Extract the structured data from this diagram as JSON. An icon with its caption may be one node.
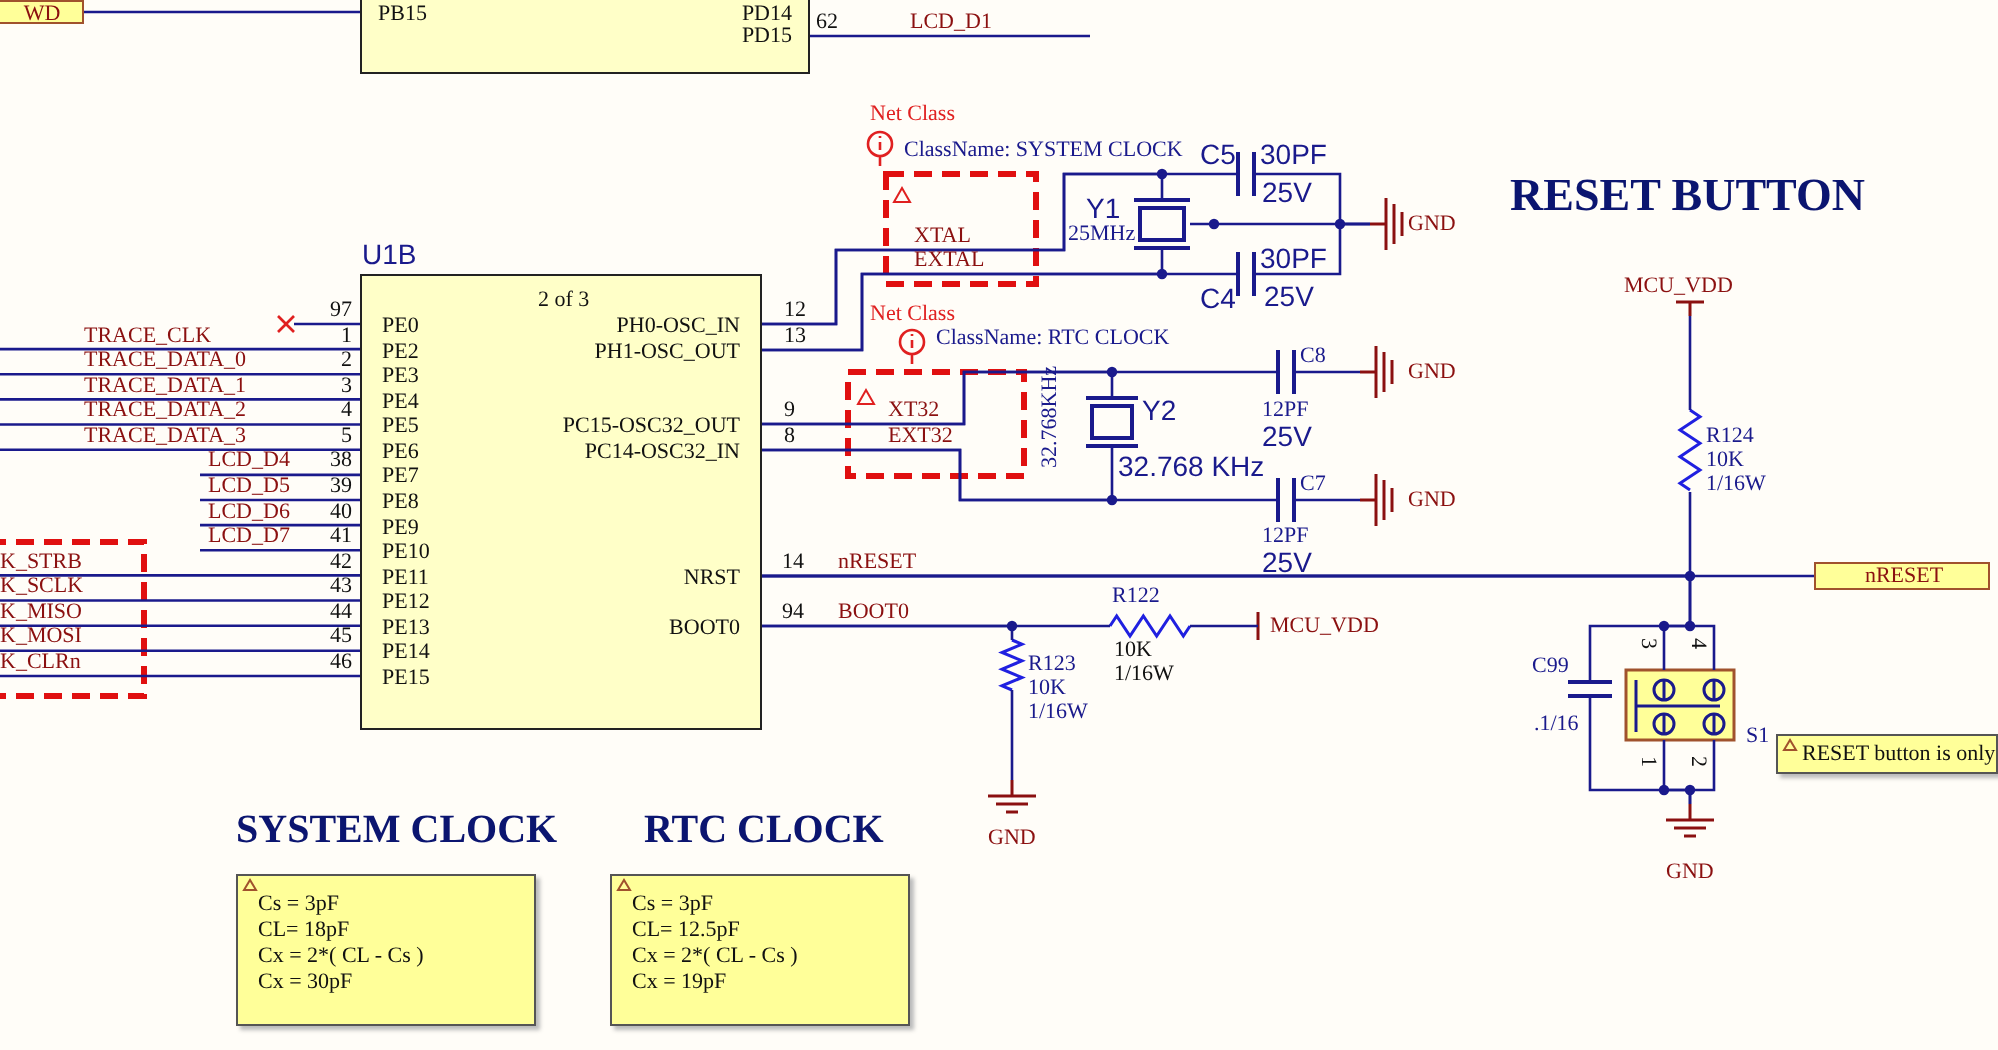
{
  "diagram": {
    "nodes": [
      {
        "text": [
          "PB15",
          "PD14",
          "PD15"
        ],
        "beside": [
          "62"
        ]
      },
      {
        "text": [
          "U1B",
          "2 of 3",
          "PE0",
          "PE2",
          "PE3",
          "PE4",
          "PE5",
          "PE6",
          "PE7",
          "PE8",
          "PE9",
          "PE10",
          "PE11",
          "PE12",
          "PE13",
          "PE14",
          "PE15",
          "PH0-OSC_IN",
          "PH1-OSC_OUT",
          "PC15-OSC32_OUT",
          "PC14-OSC32_IN",
          "NRST",
          "BOOT0"
        ],
        "beside": [
          "97",
          "1",
          "2",
          "3",
          "4",
          "5",
          "38",
          "39",
          "40",
          "41",
          "42",
          "43",
          "44",
          "45",
          "46",
          "12",
          "13",
          "9",
          "8",
          "14",
          "94"
        ]
      },
      {
        "text": [
          "WD"
        ]
      },
      {
        "text": [
          "nRESET"
        ]
      },
      {
        "text": [
          "RESET button is only"
        ]
      },
      {
        "text": [
          "Cs = 3pF",
          "CL= 18pF",
          "Cx = 2*( CL - Cs )",
          "Cx =   30pF"
        ]
      },
      {
        "text": [
          "Cs = 3pF",
          "CL= 12.5pF",
          "Cx = 2*( CL - Cs )",
          "Cx =   19pF"
        ]
      },
      {
        "text": [],
        "shape": "capacitor",
        "beside": [
          "C5",
          "30PF",
          "25V"
        ]
      },
      {
        "text": [],
        "shape": "capacitor",
        "beside": [
          "30PF",
          "C4",
          "25V"
        ]
      },
      {
        "text": [],
        "shape": "crystal",
        "beside": [
          "Y1",
          "25MHz"
        ]
      },
      {
        "text": [],
        "shape": "ground",
        "beside": [
          "GND"
        ]
      },
      {
        "text": [],
        "shape": "capacitor",
        "beside": [
          "C8",
          "12PF",
          "25V"
        ]
      },
      {
        "text": [],
        "shape": "capacitor",
        "beside": [
          "C7",
          "12PF",
          "25V"
        ]
      },
      {
        "text": [],
        "shape": "crystal",
        "beside": [
          "Y2",
          "32.768KHz",
          "32.768 KHz"
        ]
      },
      {
        "text": [],
        "shape": "ground",
        "beside": [
          "GND"
        ]
      },
      {
        "text": [],
        "shape": "ground",
        "beside": [
          "GND"
        ]
      },
      {
        "text": [],
        "shape": "resistor",
        "beside": [
          "R124",
          "10K",
          "1/16W"
        ]
      },
      {
        "text": [],
        "shape": "bar",
        "beside": [
          "MCU_VDD"
        ]
      },
      {
        "text": [],
        "shape": "switch",
        "beside": [
          "3",
          "4",
          "S1",
          "1",
          "2"
        ]
      },
      {
        "text": [],
        "shape": "capacitor",
        "beside": [
          "C99",
          ".1/16"
        ]
      },
      {
        "text": [],
        "shape": "ground",
        "beside": [
          "GND"
        ]
      },
      {
        "text": [],
        "shape": "resistor",
        "beside": [
          "R122",
          "10K",
          "1/16W"
        ]
      },
      {
        "text": [],
        "shape": "bar",
        "beside": [
          "MCU_VDD"
        ]
      },
      {
        "text": [],
        "shape": "resistor",
        "beside": [
          "R123",
          "10K",
          "1/16W"
        ]
      },
      {
        "text": [],
        "shape": "ground",
        "beside": [
          "GND"
        ]
      },
      {
        "text": [],
        "shape": "cross"
      },
      {
        "text": [],
        "shape": "box"
      }
    ],
    "edges": [
      {
        "from": 2,
        "to": 0,
        "arrow": "none"
      },
      {
        "from": 0,
        "to": null,
        "arrow": "none",
        "label": "LCD_D1"
      },
      {
        "from": null,
        "to": 1,
        "arrow": "none",
        "label": "TRACE_CLK"
      },
      {
        "from": null,
        "to": 1,
        "arrow": "none",
        "label": "TRACE_DATA_0"
      },
      {
        "from": null,
        "to": 1,
        "arrow": "none",
        "label": "TRACE_DATA_1"
      },
      {
        "from": null,
        "to": 1,
        "arrow": "none",
        "label": "TRACE_DATA_2"
      },
      {
        "from": null,
        "to": 1,
        "arrow": "none",
        "label": "TRACE_DATA_3"
      },
      {
        "from": null,
        "to": 1,
        "arrow": "none",
        "label": "LCD_D4"
      },
      {
        "from": null,
        "to": 1,
        "arrow": "none",
        "label": "LCD_D5"
      },
      {
        "from": null,
        "to": 1,
        "arrow": "none",
        "label": "LCD_D6"
      },
      {
        "from": null,
        "to": 1,
        "arrow": "none",
        "label": "LCD_D7"
      },
      {
        "from": 26,
        "to": 1,
        "arrow": "none",
        "label": "K_STRB"
      },
      {
        "from": 26,
        "to": 1,
        "arrow": "none",
        "label": "K_SCLK"
      },
      {
        "from": 26,
        "to": 1,
        "arrow": "none",
        "label": "K_MISO"
      },
      {
        "from": 26,
        "to": 1,
        "arrow": "none",
        "label": "K_MOSI"
      },
      {
        "from": 26,
        "to": 1,
        "arrow": "none",
        "label": "K_CLRn"
      },
      {
        "from": 1,
        "to": 25,
        "arrow": "none"
      },
      {
        "from": 1,
        "to": 9,
        "arrow": "none",
        "label": "XTAL"
      },
      {
        "from": 1,
        "to": 7,
        "arrow": "none"
      },
      {
        "from": 1,
        "to": 9,
        "arrow": "none",
        "label": "EXTAL"
      },
      {
        "from": 1,
        "to": 8,
        "arrow": "none"
      },
      {
        "from": 7,
        "to": 10,
        "arrow": "none"
      },
      {
        "from": 8,
        "to": 10,
        "arrow": "none"
      },
      {
        "from": 9,
        "to": 10,
        "arrow": "none"
      },
      {
        "from": 1,
        "to": 13,
        "arrow": "none",
        "label": "XT32"
      },
      {
        "from": 1,
        "to": 11,
        "arrow": "none"
      },
      {
        "from": 1,
        "to": 13,
        "arrow": "none",
        "label": "EXT32"
      },
      {
        "from": 1,
        "to": 12,
        "arrow": "none"
      },
      {
        "from": 11,
        "to": 14,
        "arrow": "none"
      },
      {
        "from": 12,
        "to": 15,
        "arrow": "none"
      },
      {
        "from": 1,
        "to": 3,
        "arrow": "none",
        "label": "nRESET"
      },
      {
        "from": 1,
        "to": 16,
        "arrow": "none"
      },
      {
        "from": 1,
        "to": 18,
        "arrow": "none"
      },
      {
        "from": 1,
        "to": 19,
        "arrow": "none"
      },
      {
        "from": 16,
        "to": 17,
        "arrow": "none"
      },
      {
        "from": 18,
        "to": 20,
        "arrow": "none"
      },
      {
        "from": 19,
        "to": 20,
        "arrow": "none"
      },
      {
        "from": 1,
        "to": 21,
        "arrow": "none",
        "label": "BOOT0"
      },
      {
        "from": 1,
        "to": 23,
        "arrow": "none"
      },
      {
        "from": 21,
        "to": 22,
        "arrow": "none"
      },
      {
        "from": 23,
        "to": 24,
        "arrow": "none"
      }
    ],
    "labels": [
      "Net Class",
      "ClassName: SYSTEM CLOCK",
      "RESET BUTTON",
      "Net Class",
      "ClassName: RTC CLOCK",
      "SYSTEM CLOCK",
      "RTC CLOCK"
    ]
  }
}
